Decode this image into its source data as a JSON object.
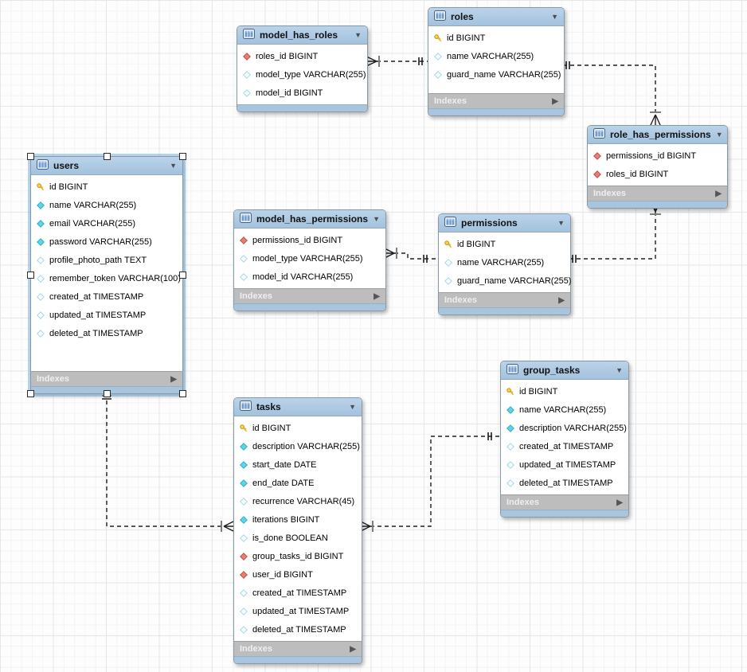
{
  "diagram": {
    "indexes_label": "Indexes",
    "colors": {
      "header_blue": "#aac7e1",
      "footer_blue": "#a9c5de",
      "indexes_gray": "#bdbdbd",
      "pk_key_yellow": "#ffd24a",
      "notnull_diamond_cyan": "#5ad8e8",
      "nullable_diamond_white": "#ffffff",
      "fk_diamond_red": "#e87f76",
      "selection_blue": "#76b4e4"
    },
    "tables": [
      {
        "key": "model_has_roles",
        "title": "model_has_roles",
        "selected": false,
        "has_indexes": false,
        "columns": [
          {
            "icon": "fk-diamond-icon",
            "text": "roles_id BIGINT"
          },
          {
            "icon": "nullable-diamond-icon",
            "text": "model_type VARCHAR(255)"
          },
          {
            "icon": "nullable-diamond-icon",
            "text": "model_id BIGINT"
          }
        ]
      },
      {
        "key": "roles",
        "title": "roles",
        "selected": false,
        "has_indexes": true,
        "columns": [
          {
            "icon": "primary-key-icon",
            "text": "id BIGINT"
          },
          {
            "icon": "nullable-diamond-icon",
            "text": "name VARCHAR(255)"
          },
          {
            "icon": "nullable-diamond-icon",
            "text": "guard_name VARCHAR(255)"
          }
        ]
      },
      {
        "key": "role_has_permissions",
        "title": "role_has_permissions",
        "selected": false,
        "has_indexes": true,
        "columns": [
          {
            "icon": "fk-diamond-icon",
            "text": "permissions_id BIGINT"
          },
          {
            "icon": "fk-diamond-icon",
            "text": "roles_id BIGINT"
          }
        ]
      },
      {
        "key": "users",
        "title": "users",
        "selected": true,
        "has_indexes": true,
        "columns": [
          {
            "icon": "primary-key-icon",
            "text": "id BIGINT"
          },
          {
            "icon": "notnull-diamond-icon",
            "text": "name VARCHAR(255)"
          },
          {
            "icon": "notnull-diamond-icon",
            "text": "email VARCHAR(255)"
          },
          {
            "icon": "notnull-diamond-icon",
            "text": "password VARCHAR(255)"
          },
          {
            "icon": "nullable-diamond-icon",
            "text": "profile_photo_path TEXT"
          },
          {
            "icon": "nullable-diamond-icon",
            "text": "remember_token VARCHAR(100)"
          },
          {
            "icon": "nullable-diamond-icon",
            "text": "created_at TIMESTAMP"
          },
          {
            "icon": "nullable-diamond-icon",
            "text": "updated_at TIMESTAMP"
          },
          {
            "icon": "nullable-diamond-icon",
            "text": "deleted_at TIMESTAMP"
          }
        ]
      },
      {
        "key": "model_has_permissions",
        "title": "model_has_permissions",
        "selected": false,
        "has_indexes": true,
        "columns": [
          {
            "icon": "fk-diamond-icon",
            "text": "permissions_id BIGINT"
          },
          {
            "icon": "nullable-diamond-icon",
            "text": "model_type VARCHAR(255)"
          },
          {
            "icon": "nullable-diamond-icon",
            "text": "model_id VARCHAR(255)"
          }
        ]
      },
      {
        "key": "permissions",
        "title": "permissions",
        "selected": false,
        "has_indexes": true,
        "columns": [
          {
            "icon": "primary-key-icon",
            "text": "id BIGINT"
          },
          {
            "icon": "nullable-diamond-icon",
            "text": "name VARCHAR(255)"
          },
          {
            "icon": "nullable-diamond-icon",
            "text": "guard_name VARCHAR(255)"
          }
        ]
      },
      {
        "key": "tasks",
        "title": "tasks",
        "selected": false,
        "has_indexes": true,
        "columns": [
          {
            "icon": "primary-key-icon",
            "text": "id BIGINT"
          },
          {
            "icon": "notnull-diamond-icon",
            "text": "description VARCHAR(255)"
          },
          {
            "icon": "notnull-diamond-icon",
            "text": "start_date DATE"
          },
          {
            "icon": "notnull-diamond-icon",
            "text": "end_date DATE"
          },
          {
            "icon": "nullable-diamond-icon",
            "text": "recurrence VARCHAR(45)"
          },
          {
            "icon": "notnull-diamond-icon",
            "text": "iterations BIGINT"
          },
          {
            "icon": "nullable-diamond-icon",
            "text": "is_done BOOLEAN"
          },
          {
            "icon": "fk-diamond-icon",
            "text": "group_tasks_id BIGINT"
          },
          {
            "icon": "fk-diamond-icon",
            "text": "user_id BIGINT"
          },
          {
            "icon": "nullable-diamond-icon",
            "text": "created_at TIMESTAMP"
          },
          {
            "icon": "nullable-diamond-icon",
            "text": "updated_at TIMESTAMP"
          },
          {
            "icon": "nullable-diamond-icon",
            "text": "deleted_at TIMESTAMP"
          }
        ]
      },
      {
        "key": "group_tasks",
        "title": "group_tasks",
        "selected": false,
        "has_indexes": true,
        "columns": [
          {
            "icon": "primary-key-icon",
            "text": "id BIGINT"
          },
          {
            "icon": "notnull-diamond-icon",
            "text": "name VARCHAR(255)"
          },
          {
            "icon": "notnull-diamond-icon",
            "text": "description VARCHAR(255)"
          },
          {
            "icon": "nullable-diamond-icon",
            "text": "created_at TIMESTAMP"
          },
          {
            "icon": "nullable-diamond-icon",
            "text": "updated_at TIMESTAMP"
          },
          {
            "icon": "nullable-diamond-icon",
            "text": "deleted_at TIMESTAMP"
          }
        ]
      }
    ],
    "relationships": [
      {
        "from": "model_has_roles",
        "to": "roles",
        "cardinality": "many-to-one",
        "line": "dashed"
      },
      {
        "from": "role_has_permissions",
        "to": "roles",
        "cardinality": "many-to-one",
        "line": "dashed"
      },
      {
        "from": "role_has_permissions",
        "to": "permissions",
        "cardinality": "many-to-one",
        "line": "dashed"
      },
      {
        "from": "model_has_permissions",
        "to": "permissions",
        "cardinality": "many-to-one",
        "line": "dashed"
      },
      {
        "from": "tasks",
        "to": "users",
        "cardinality": "many-to-one",
        "line": "dashed"
      },
      {
        "from": "tasks",
        "to": "group_tasks",
        "cardinality": "many-to-one",
        "line": "dashed"
      }
    ]
  }
}
